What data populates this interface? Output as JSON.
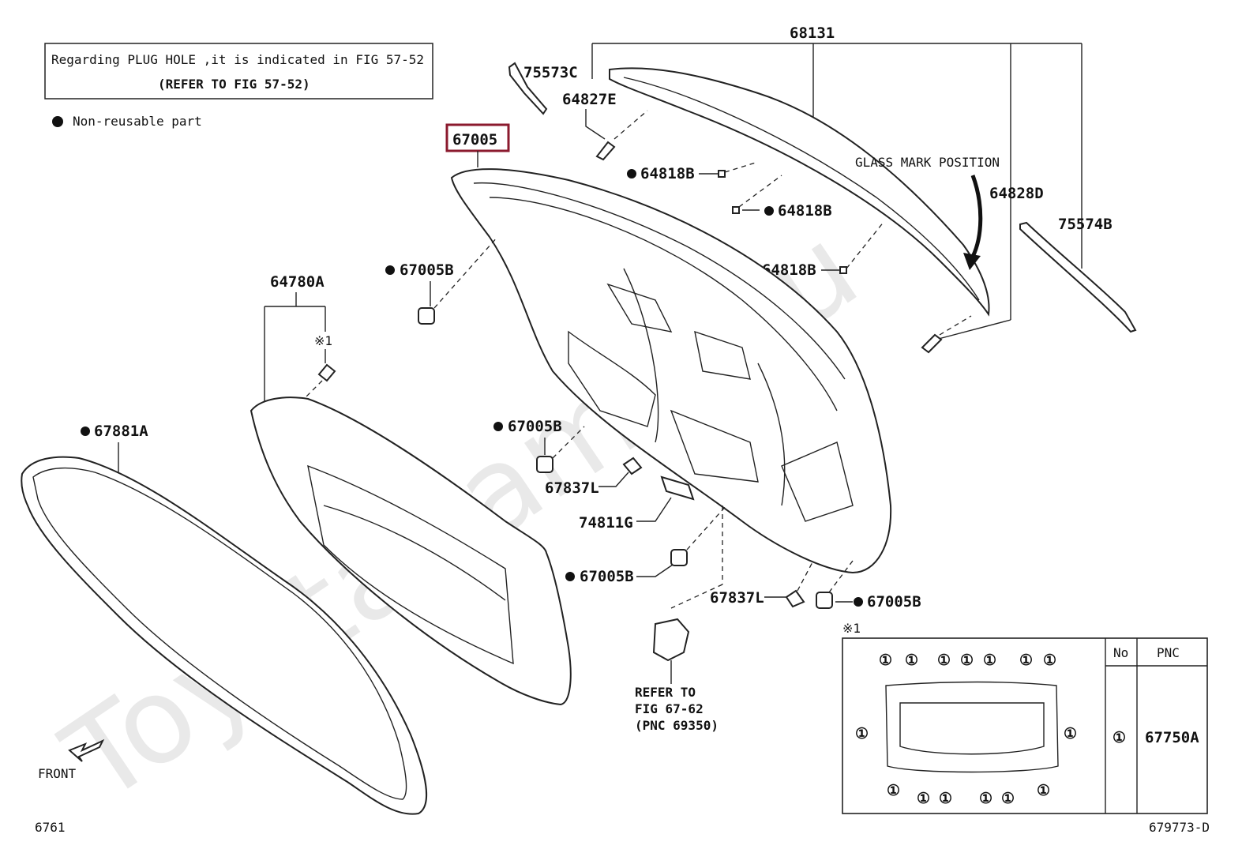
{
  "notes": {
    "plug_hole_line1": "Regarding PLUG HOLE ,it is indicated in FIG 57-52",
    "plug_hole_line2": "(REFER TO FIG 57-52)",
    "non_reusable": "Non-reusable part",
    "glass_mark": "GLASS MARK POSITION",
    "refer_line1": "REFER TO",
    "refer_line2": "FIG 67-62",
    "refer_line3": "(PNC 69350)",
    "front": "FRONT",
    "fig_left": "6761",
    "fig_right": "679773-D",
    "watermark": "ToyotaCamry.ru",
    "inset_mark": "※1",
    "clip_mark": "※1"
  },
  "parts": {
    "p68131": "68131",
    "p75573C": "75573C",
    "p64827E": "64827E",
    "p67005": "67005",
    "p64818B_1": "64818B",
    "p64818B_2": "64818B",
    "p64818B_3": "64818B",
    "p64828D": "64828D",
    "p75574B": "75574B",
    "p64780A": "64780A",
    "p67005B_1": "67005B",
    "p67005B_2": "67005B",
    "p67005B_3": "67005B",
    "p67005B_4": "67005B",
    "p67881A": "67881A",
    "p67837L_1": "67837L",
    "p67837L_2": "67837L",
    "p74811G": "74811G"
  },
  "inset_table": {
    "header_no": "No",
    "header_pnc": "PNC",
    "row_no": "①",
    "row_pnc": "67750A",
    "marker": "①"
  },
  "colors": {
    "highlight": "#8b1a2e",
    "line": "#222222",
    "watermark": "#e9e9e9"
  }
}
